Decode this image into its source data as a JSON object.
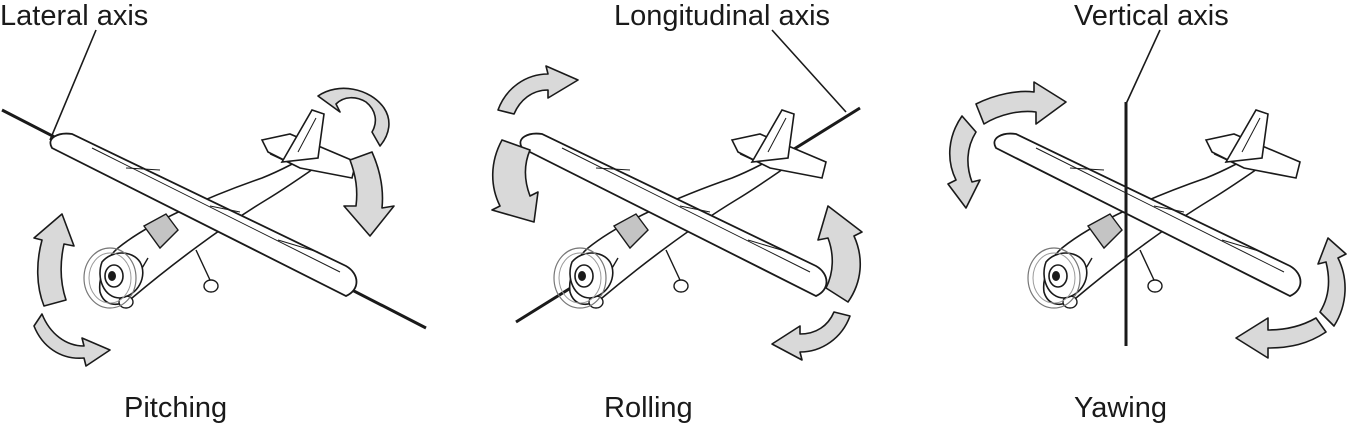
{
  "panels": [
    {
      "axis_label": "Lateral axis",
      "caption": "Pitching"
    },
    {
      "axis_label": "Longitudinal axis",
      "caption": "Rolling"
    },
    {
      "axis_label": "Vertical axis",
      "caption": "Yawing"
    }
  ],
  "colors": {
    "line": "#1a1a1a",
    "arrow_fill": "#d9d9d9",
    "cockpit_fill": "#c4c4c4",
    "aircraft_fill": "#ffffff"
  }
}
